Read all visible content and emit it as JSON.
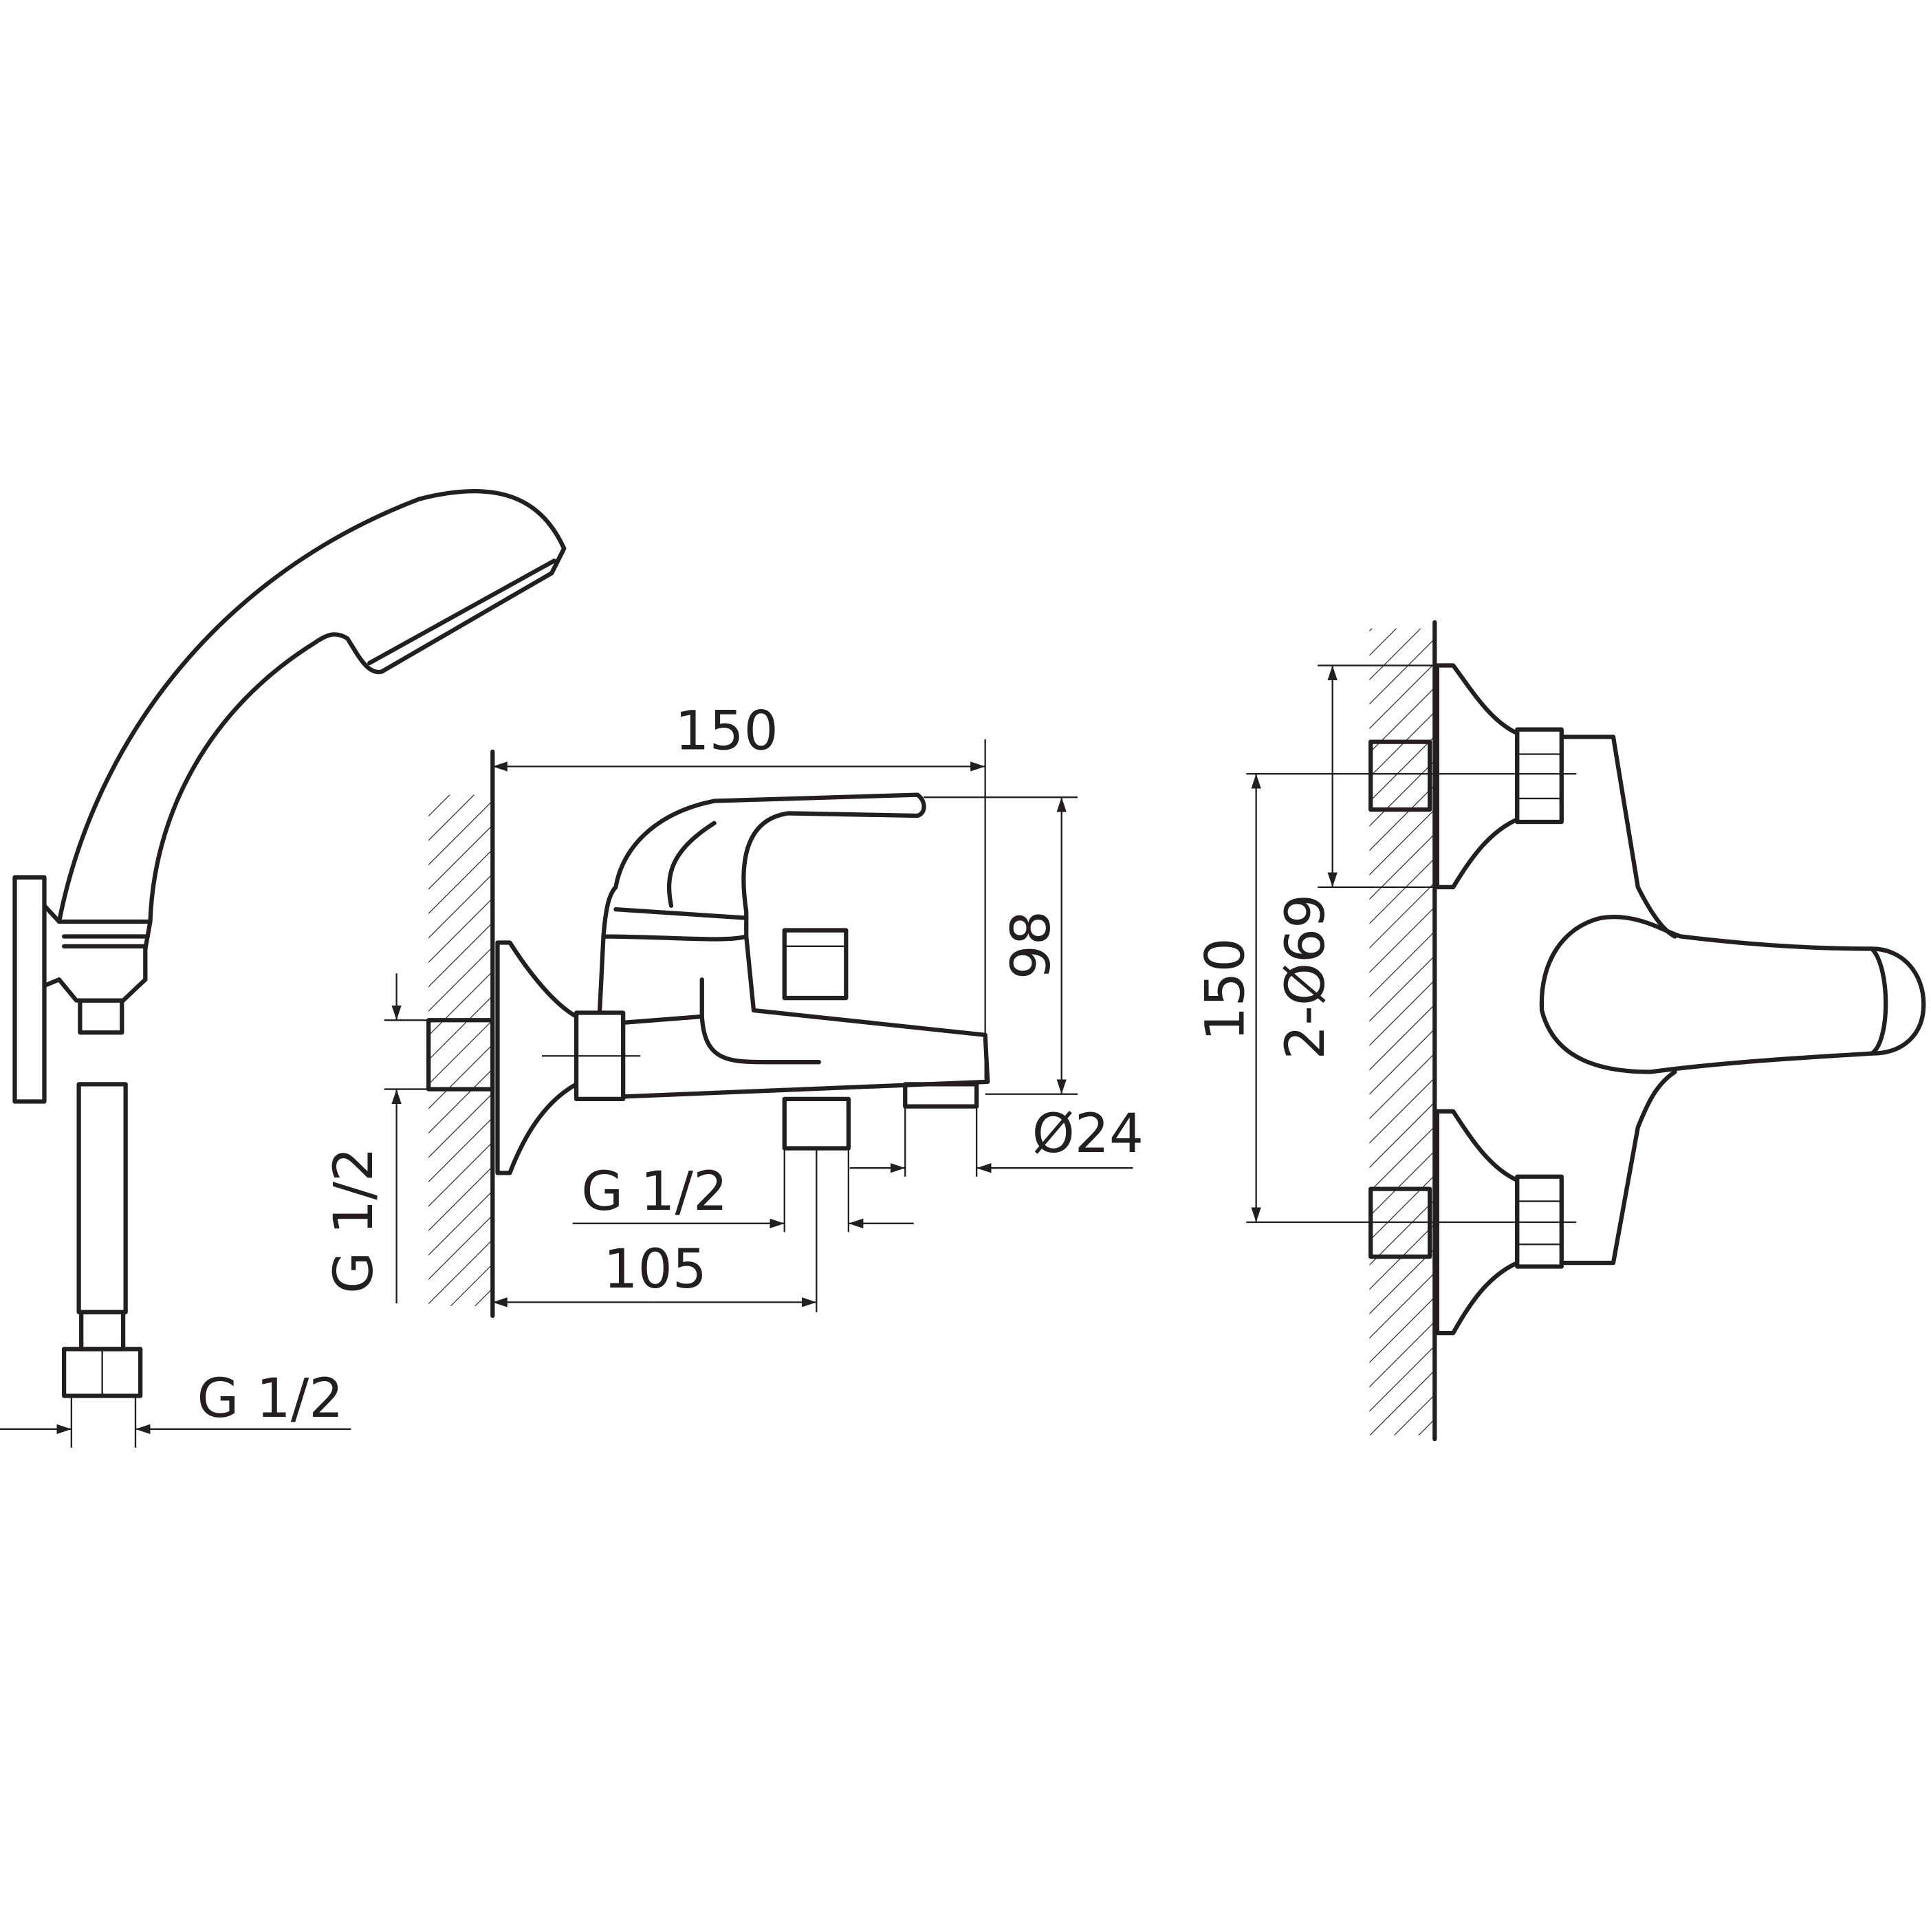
{
  "drawing": {
    "shower_view": {
      "hose_thread_label": "G 1/2"
    },
    "side_view": {
      "width_label": "150",
      "height_label": "98",
      "outlet_diameter_label": "Ø24",
      "inlet_thread_label": "G 1/2",
      "outlet_thread_label": "G 1/2",
      "depth_label": "105"
    },
    "front_view": {
      "center_distance_label": "150",
      "flange_label": "2-Ø69"
    },
    "colors": {
      "line": "#231f20",
      "background": "#ffffff"
    }
  }
}
